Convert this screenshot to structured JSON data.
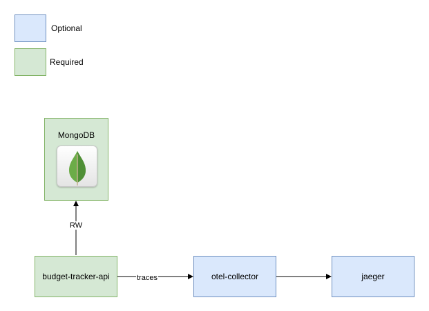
{
  "legend": {
    "optional_label": "Optional",
    "required_label": "Required"
  },
  "nodes": {
    "mongodb": "MongoDB",
    "budget_tracker_api": "budget-tracker-api",
    "otel_collector": "otel-collector",
    "jaeger": "jaeger"
  },
  "edges": {
    "rw": "RW",
    "traces": "traces"
  },
  "icons": {
    "mongodb": "mongodb-leaf-icon"
  },
  "colors": {
    "optional_fill": "#dae8fc",
    "optional_stroke": "#6c8ebf",
    "required_fill": "#d5e8d4",
    "required_stroke": "#82b366",
    "leaf_green": "#6cac48"
  }
}
